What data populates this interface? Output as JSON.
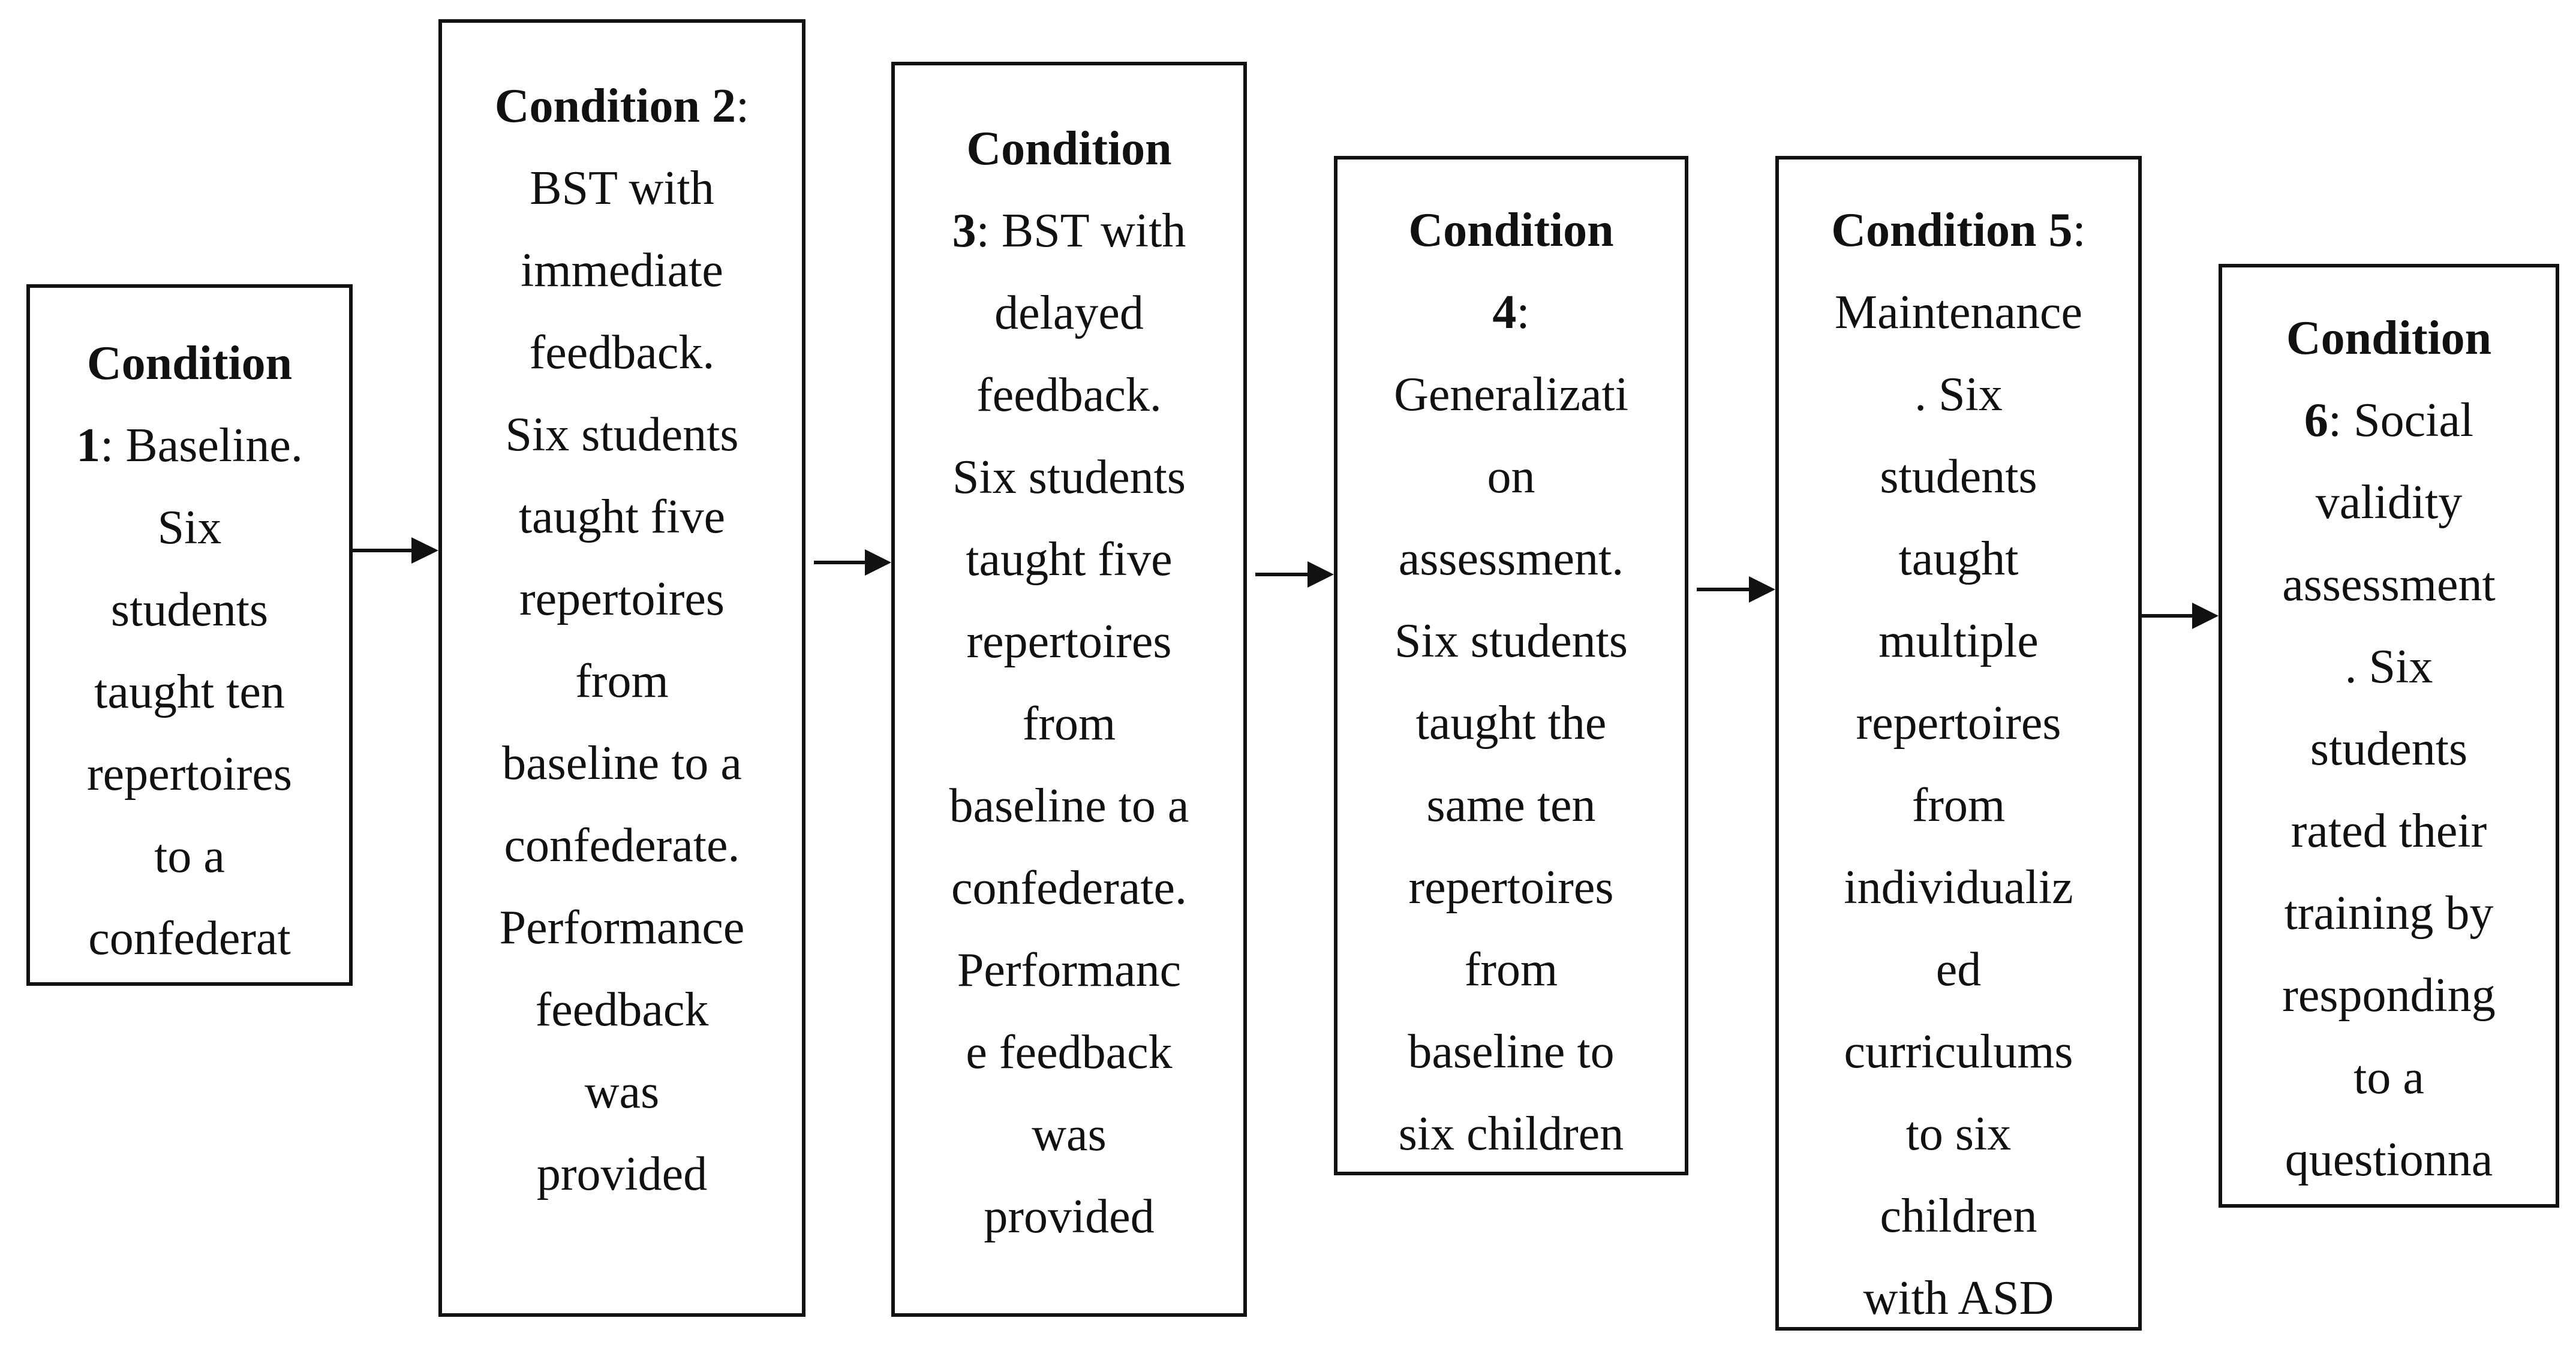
{
  "conditions": [
    {
      "id": "condition-1",
      "lines": [
        [
          {
            "b": "Condition"
          }
        ],
        [
          {
            "b": "1"
          },
          {
            "t": ": Baseline."
          }
        ],
        [
          {
            "t": "Six"
          }
        ],
        [
          {
            "t": "students"
          }
        ],
        [
          {
            "t": "taught ten"
          }
        ],
        [
          {
            "t": "repertoires"
          }
        ],
        [
          {
            "t": "to a"
          }
        ],
        [
          {
            "t": "confederat"
          }
        ]
      ]
    },
    {
      "id": "condition-2",
      "lines": [
        [
          {
            "b": "Condition 2"
          },
          {
            "t": ":"
          }
        ],
        [
          {
            "t": "BST with"
          }
        ],
        [
          {
            "t": "immediate"
          }
        ],
        [
          {
            "t": "feedback."
          }
        ],
        [
          {
            "t": "Six students"
          }
        ],
        [
          {
            "t": "taught five"
          }
        ],
        [
          {
            "t": "repertoires"
          }
        ],
        [
          {
            "t": "from"
          }
        ],
        [
          {
            "t": "baseline to a"
          }
        ],
        [
          {
            "t": "confederate."
          }
        ],
        [
          {
            "t": "Performance"
          }
        ],
        [
          {
            "t": "feedback"
          }
        ],
        [
          {
            "t": "was"
          }
        ],
        [
          {
            "t": "provided"
          }
        ]
      ]
    },
    {
      "id": "condition-3",
      "lines": [
        [
          {
            "b": "Condition"
          }
        ],
        [
          {
            "b": "3"
          },
          {
            "t": ": BST with"
          }
        ],
        [
          {
            "t": "delayed"
          }
        ],
        [
          {
            "t": "feedback."
          }
        ],
        [
          {
            "t": "Six students"
          }
        ],
        [
          {
            "t": "taught five"
          }
        ],
        [
          {
            "t": "repertoires"
          }
        ],
        [
          {
            "t": "from"
          }
        ],
        [
          {
            "t": "baseline to a"
          }
        ],
        [
          {
            "t": "confederate."
          }
        ],
        [
          {
            "t": "Performanc"
          }
        ],
        [
          {
            "t": "e feedback"
          }
        ],
        [
          {
            "t": "was"
          }
        ],
        [
          {
            "t": "provided"
          }
        ]
      ]
    },
    {
      "id": "condition-4",
      "lines": [
        [
          {
            "b": "Condition"
          }
        ],
        [
          {
            "b": "4"
          },
          {
            "t": ":"
          }
        ],
        [
          {
            "t": "Generalizati"
          }
        ],
        [
          {
            "t": "on"
          }
        ],
        [
          {
            "t": "assessment."
          }
        ],
        [
          {
            "t": "Six students"
          }
        ],
        [
          {
            "t": "taught the"
          }
        ],
        [
          {
            "t": "same ten"
          }
        ],
        [
          {
            "t": "repertoires"
          }
        ],
        [
          {
            "t": "from"
          }
        ],
        [
          {
            "t": "baseline to"
          }
        ],
        [
          {
            "t": "six children"
          }
        ]
      ]
    },
    {
      "id": "condition-5",
      "lines": [
        [
          {
            "b": "Condition 5"
          },
          {
            "t": ":"
          }
        ],
        [
          {
            "t": "Maintenance"
          }
        ],
        [
          {
            "t": ". Six"
          }
        ],
        [
          {
            "t": "students"
          }
        ],
        [
          {
            "t": "taught"
          }
        ],
        [
          {
            "t": "multiple"
          }
        ],
        [
          {
            "t": "repertoires"
          }
        ],
        [
          {
            "t": "from"
          }
        ],
        [
          {
            "t": "individualiz"
          }
        ],
        [
          {
            "t": "ed"
          }
        ],
        [
          {
            "t": "curriculums"
          }
        ],
        [
          {
            "t": "to six"
          }
        ],
        [
          {
            "t": "children"
          }
        ],
        [
          {
            "t": "with ASD"
          }
        ]
      ]
    },
    {
      "id": "condition-6",
      "lines": [
        [
          {
            "b": "Condition"
          }
        ],
        [
          {
            "b": "6"
          },
          {
            "t": ": Social"
          }
        ],
        [
          {
            "t": "validity"
          }
        ],
        [
          {
            "t": "assessment"
          }
        ],
        [
          {
            "t": ". Six"
          }
        ],
        [
          {
            "t": "students"
          }
        ],
        [
          {
            "t": "rated their"
          }
        ],
        [
          {
            "t": "training by"
          }
        ],
        [
          {
            "t": "responding"
          }
        ],
        [
          {
            "t": "to a"
          }
        ],
        [
          {
            "t": "questionna"
          }
        ]
      ]
    }
  ]
}
